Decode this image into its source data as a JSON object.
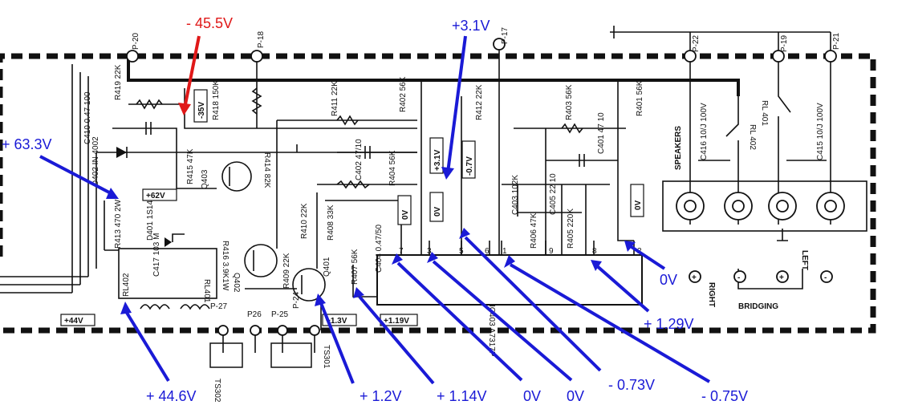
{
  "annotations": {
    "red_top": "- 45.5V",
    "top_mid": "+3.1V",
    "left_top": "+ 63.3V",
    "right_0v": "0V",
    "right_129": "+ 1.29V",
    "b_446": "+ 44.6V",
    "b_12": "+ 1.2V",
    "b_114": "+ 1.14V",
    "b_0v_a": "0V",
    "b_0v_b": "0V",
    "b_073": "- 0.73V",
    "b_075": "- 0.75V"
  },
  "pins": {
    "p20": "P-20",
    "p18": "P-18",
    "p17": "P-17",
    "p22": "P-22",
    "p19": "P-19",
    "p21": "P-21",
    "p27": "P-27",
    "p26": "P26",
    "p25": "P-25",
    "p24": "P-24"
  },
  "components": {
    "r419": "R419 22K",
    "c410": "C410 0.47 100",
    "r418": "R418 150K",
    "d402": "D402 IN 4002",
    "r415": "R415 47K",
    "q403": "Q403",
    "r414": "R414 82K",
    "r411": "R411 22K",
    "r402": "R402 56K",
    "r412": "R412 22K",
    "c402": "C402 47/10",
    "r404": "R404 56K",
    "r403": "R403 56K",
    "c401": "C401 47 10",
    "r401": "R401 56K",
    "c405": "C405 22 10",
    "c403": "C403 102K",
    "r406": "R406 47K",
    "r405": "R405 220K",
    "r416": "R416 3.9K1W",
    "r410": "R410 22K",
    "r408": "R408 33K",
    "r407": "R407 56K",
    "c404": "C404 0.47/50",
    "q402": "Q402",
    "r409": "R409 22K",
    "q401": "Q401",
    "r413": "R413 470 2W",
    "d401": "D401 1S144",
    "c417": "C417 103 M",
    "rl402": "RL402",
    "rl401": "RL401",
    "ic": "IC403 A7317P",
    "ts302": "TS302",
    "ts301": "TS301",
    "c416": "C416 10/J 100V",
    "c415": "C415 10/J 100V",
    "rl402_sw": "RL 402",
    "rl401_sw": "RL 401",
    "speakers": "SPEAKERS"
  },
  "tags": {
    "t35": "-35V",
    "t31": "+3.1V",
    "t07": "-0.7V",
    "t0v1": "0V",
    "t0v2": "0V",
    "t0v3": "0V",
    "t62": "+62V",
    "t44": "+44V",
    "t13": "+1.3V",
    "t119": "+1.19V"
  },
  "ic_pins": [
    "7",
    "3",
    "5",
    "6",
    "1",
    "9",
    "8",
    "2"
  ],
  "panel": {
    "right": "RIGHT",
    "left": "LEFT",
    "bridging": "BRIDGING",
    "plus": "+",
    "minus": "-"
  }
}
